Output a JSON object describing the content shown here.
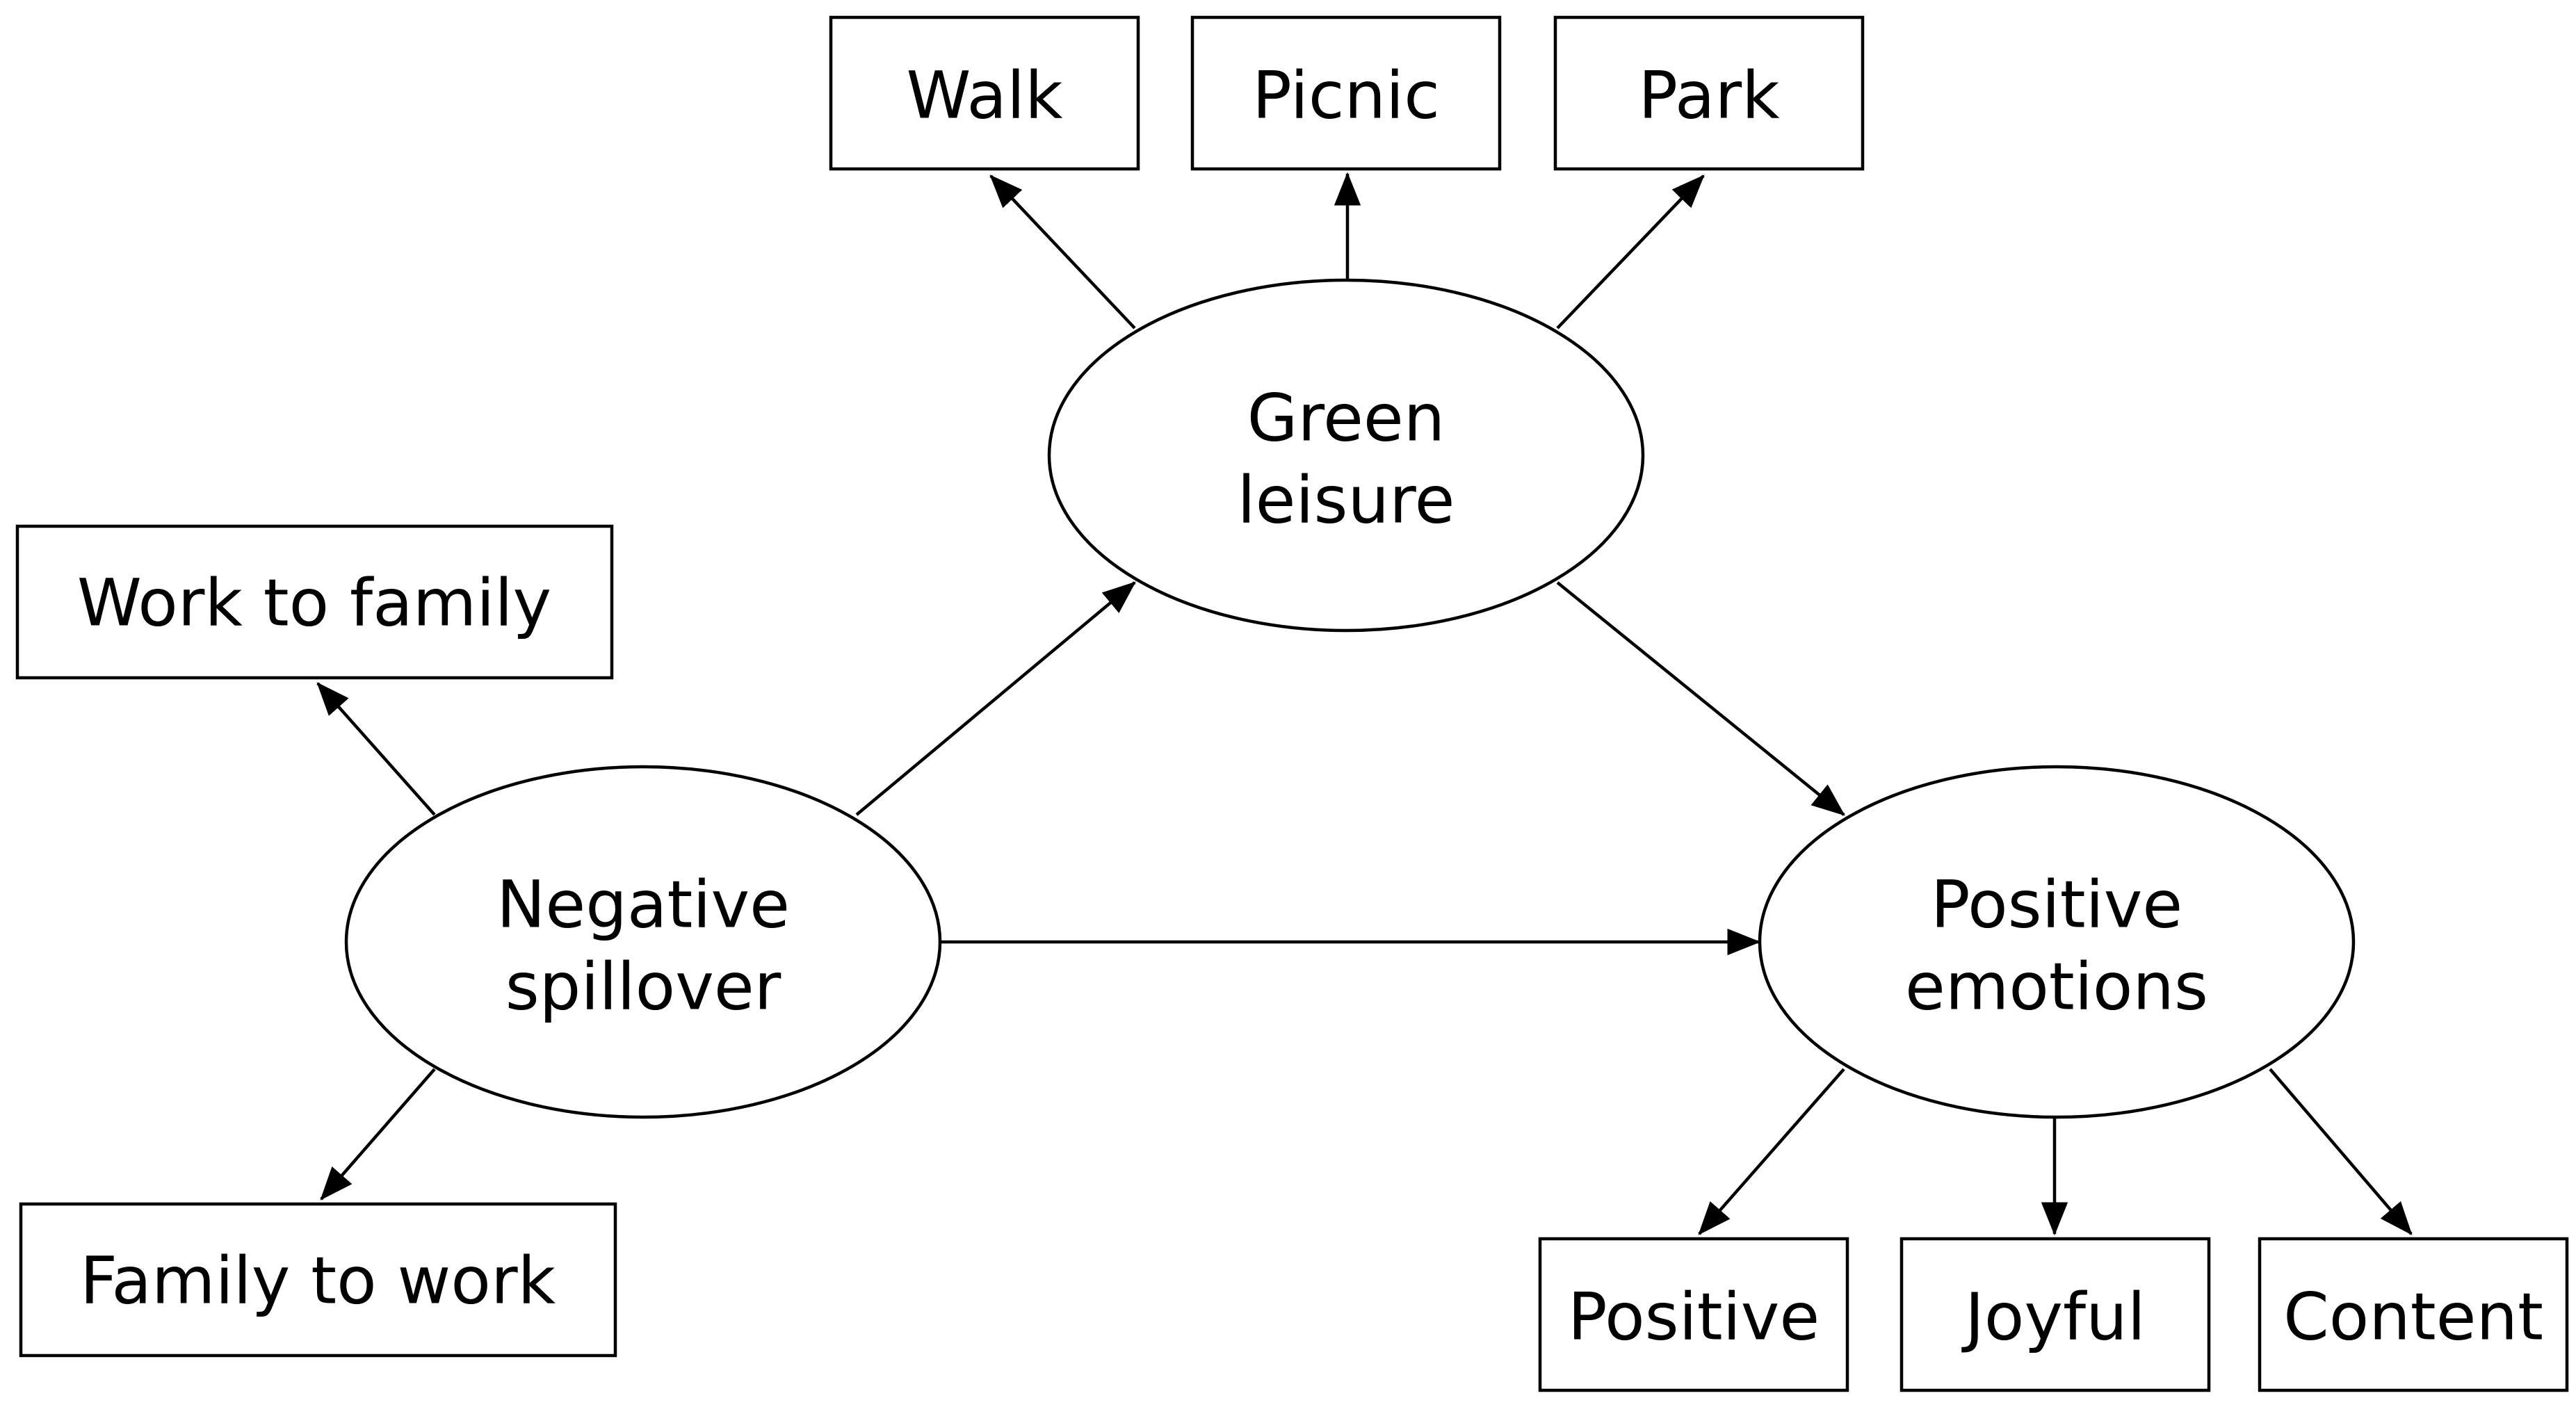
{
  "diagram": {
    "latent": {
      "green_leisure": [
        "Green",
        "leisure"
      ],
      "negative_spillover": [
        "Negative",
        "spillover"
      ],
      "positive_emotions": [
        "Positive",
        "emotions"
      ]
    },
    "indicators": {
      "walk": "Walk",
      "picnic": "Picnic",
      "park": "Park",
      "work_to_family": "Work to family",
      "family_to_work": "Family to work",
      "positive": "Positive",
      "joyful": "Joyful",
      "content": "Content"
    }
  }
}
